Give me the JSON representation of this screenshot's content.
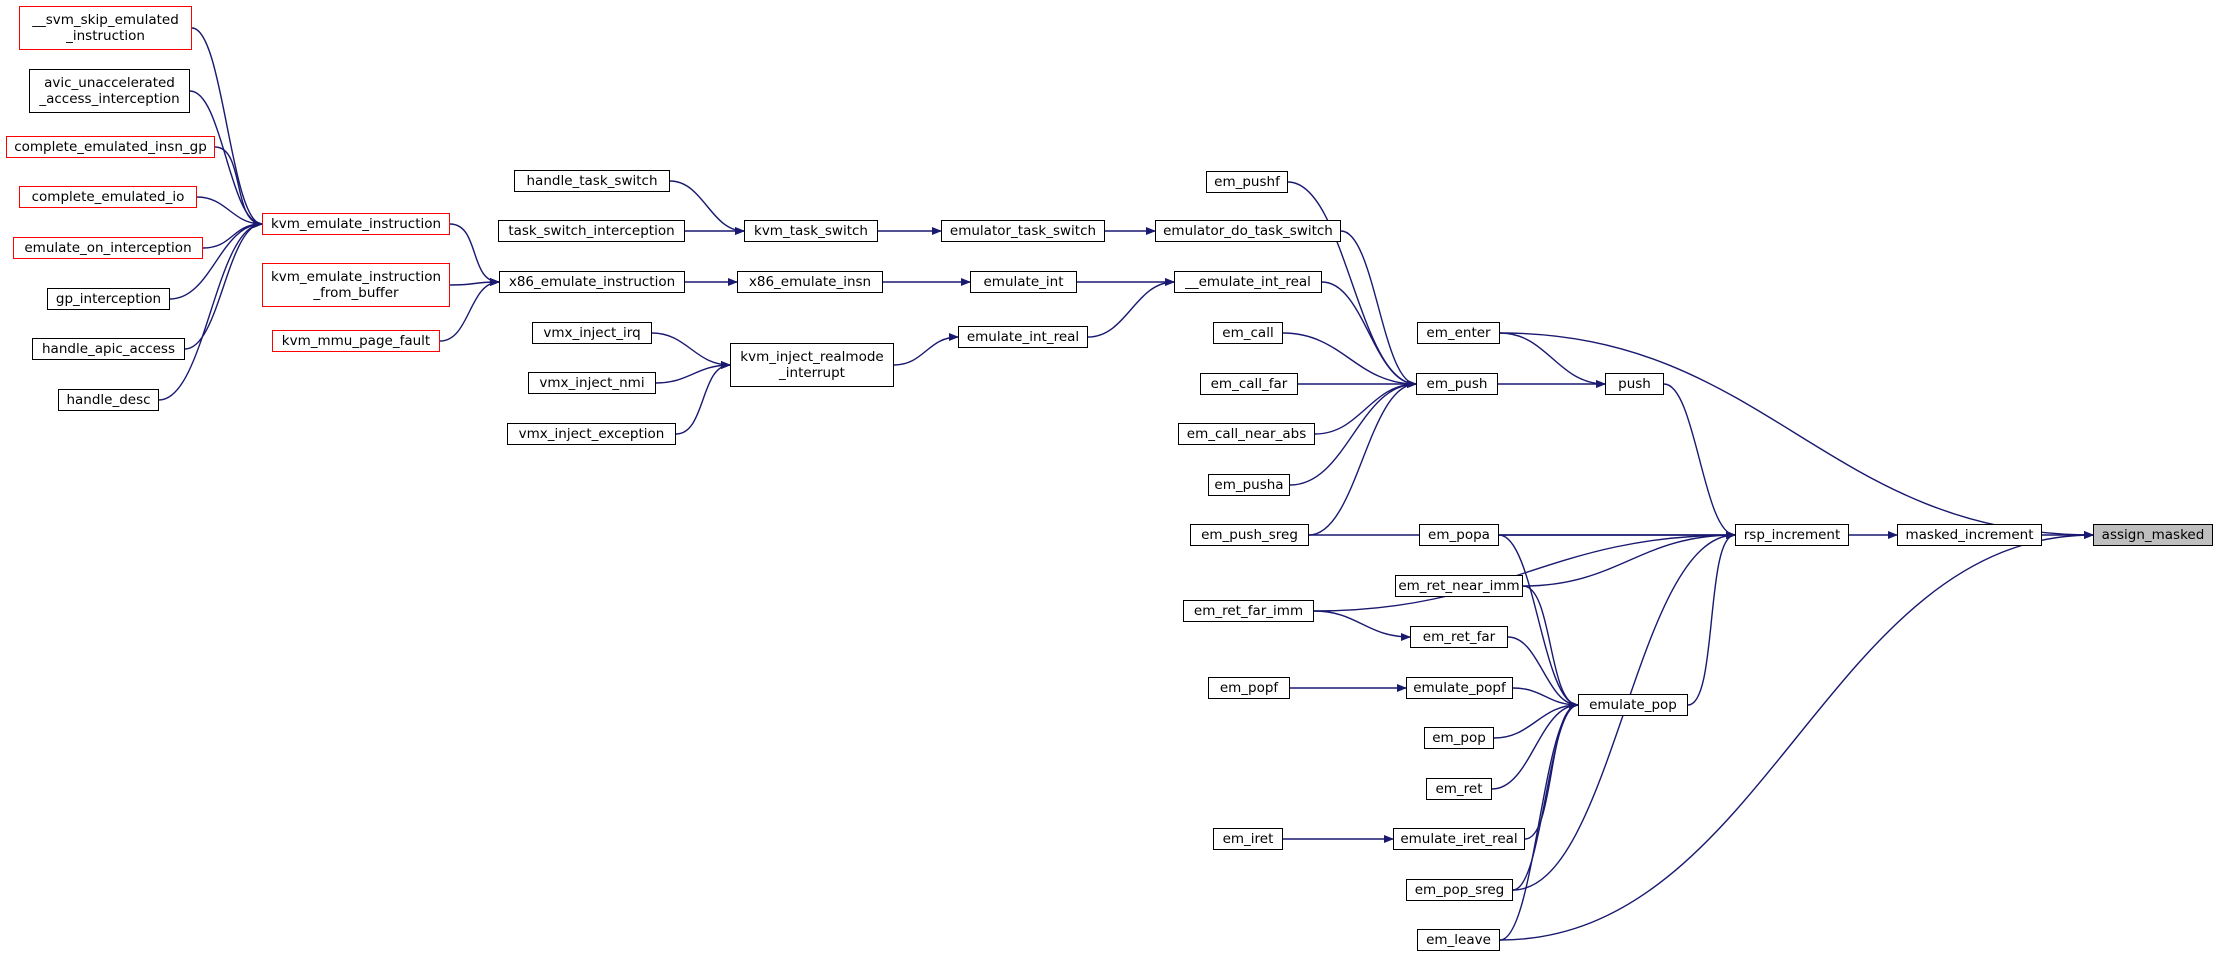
{
  "colors": {
    "edge": "#191970",
    "node_border": "#000000",
    "truncated_border": "#ff0000",
    "current_fill": "#bfbfbf"
  },
  "nodes": {
    "svm_skip_emulated_instruction": {
      "label": "__svm_skip_emulated\n_instruction",
      "truncated": true
    },
    "avic_unaccelerated_access_interception": {
      "label": "avic_unaccelerated\n_access_interception",
      "truncated": false
    },
    "complete_emulated_insn_gp": {
      "label": "complete_emulated_insn_gp",
      "truncated": true
    },
    "complete_emulated_io": {
      "label": "complete_emulated_io",
      "truncated": true
    },
    "emulate_on_interception": {
      "label": "emulate_on_interception",
      "truncated": true
    },
    "gp_interception": {
      "label": "gp_interception",
      "truncated": false
    },
    "handle_apic_access": {
      "label": "handle_apic_access",
      "truncated": false
    },
    "handle_desc": {
      "label": "handle_desc",
      "truncated": false
    },
    "kvm_emulate_instruction": {
      "label": "kvm_emulate_instruction",
      "truncated": true
    },
    "kvm_emulate_instruction_from_buffer": {
      "label": "kvm_emulate_instruction\n_from_buffer",
      "truncated": true
    },
    "kvm_mmu_page_fault": {
      "label": "kvm_mmu_page_fault",
      "truncated": true
    },
    "handle_task_switch": {
      "label": "handle_task_switch",
      "truncated": false
    },
    "task_switch_interception": {
      "label": "task_switch_interception",
      "truncated": false
    },
    "x86_emulate_instruction": {
      "label": "x86_emulate_instruction",
      "truncated": false
    },
    "vmx_inject_irq": {
      "label": "vmx_inject_irq",
      "truncated": false
    },
    "vmx_inject_nmi": {
      "label": "vmx_inject_nmi",
      "truncated": false
    },
    "vmx_inject_exception": {
      "label": "vmx_inject_exception",
      "truncated": false
    },
    "kvm_task_switch": {
      "label": "kvm_task_switch",
      "truncated": false
    },
    "x86_emulate_insn": {
      "label": "x86_emulate_insn",
      "truncated": false
    },
    "kvm_inject_realmode_interrupt": {
      "label": "kvm_inject_realmode\n_interrupt",
      "truncated": false
    },
    "emulator_task_switch": {
      "label": "emulator_task_switch",
      "truncated": false
    },
    "emulate_int": {
      "label": "emulate_int",
      "truncated": false
    },
    "emulate_int_real": {
      "label": "emulate_int_real",
      "truncated": false
    },
    "em_pushf": {
      "label": "em_pushf",
      "truncated": false
    },
    "emulator_do_task_switch": {
      "label": "emulator_do_task_switch",
      "truncated": false
    },
    "__emulate_int_real": {
      "label": "__emulate_int_real",
      "truncated": false
    },
    "em_call": {
      "label": "em_call",
      "truncated": false
    },
    "em_call_far": {
      "label": "em_call_far",
      "truncated": false
    },
    "em_call_near_abs": {
      "label": "em_call_near_abs",
      "truncated": false
    },
    "em_pusha": {
      "label": "em_pusha",
      "truncated": false
    },
    "em_push_sreg": {
      "label": "em_push_sreg",
      "truncated": false
    },
    "em_ret_far_imm": {
      "label": "em_ret_far_imm",
      "truncated": false
    },
    "em_popf": {
      "label": "em_popf",
      "truncated": false
    },
    "em_iret": {
      "label": "em_iret",
      "truncated": false
    },
    "em_enter": {
      "label": "em_enter",
      "truncated": false
    },
    "em_push": {
      "label": "em_push",
      "truncated": false
    },
    "em_popa": {
      "label": "em_popa",
      "truncated": false
    },
    "em_ret_near_imm": {
      "label": "em_ret_near_imm",
      "truncated": false
    },
    "em_ret_far": {
      "label": "em_ret_far",
      "truncated": false
    },
    "emulate_popf": {
      "label": "emulate_popf",
      "truncated": false
    },
    "em_pop": {
      "label": "em_pop",
      "truncated": false
    },
    "em_ret": {
      "label": "em_ret",
      "truncated": false
    },
    "emulate_iret_real": {
      "label": "emulate_iret_real",
      "truncated": false
    },
    "em_pop_sreg": {
      "label": "em_pop_sreg",
      "truncated": false
    },
    "em_leave": {
      "label": "em_leave",
      "truncated": false
    },
    "push": {
      "label": "push",
      "truncated": false
    },
    "emulate_pop": {
      "label": "emulate_pop",
      "truncated": false
    },
    "rsp_increment": {
      "label": "rsp_increment",
      "truncated": false
    },
    "masked_increment": {
      "label": "masked_increment",
      "truncated": false
    },
    "assign_masked": {
      "label": "assign_masked",
      "truncated": false,
      "current": true
    }
  },
  "edges": [
    [
      "svm_skip_emulated_instruction",
      "kvm_emulate_instruction"
    ],
    [
      "avic_unaccelerated_access_interception",
      "kvm_emulate_instruction"
    ],
    [
      "complete_emulated_insn_gp",
      "kvm_emulate_instruction"
    ],
    [
      "complete_emulated_io",
      "kvm_emulate_instruction"
    ],
    [
      "emulate_on_interception",
      "kvm_emulate_instruction"
    ],
    [
      "gp_interception",
      "kvm_emulate_instruction"
    ],
    [
      "handle_apic_access",
      "kvm_emulate_instruction"
    ],
    [
      "handle_desc",
      "kvm_emulate_instruction"
    ],
    [
      "kvm_emulate_instruction",
      "x86_emulate_instruction"
    ],
    [
      "kvm_emulate_instruction_from_buffer",
      "x86_emulate_instruction"
    ],
    [
      "kvm_mmu_page_fault",
      "x86_emulate_instruction"
    ],
    [
      "handle_task_switch",
      "kvm_task_switch"
    ],
    [
      "task_switch_interception",
      "kvm_task_switch"
    ],
    [
      "x86_emulate_instruction",
      "x86_emulate_insn"
    ],
    [
      "vmx_inject_irq",
      "kvm_inject_realmode_interrupt"
    ],
    [
      "vmx_inject_nmi",
      "kvm_inject_realmode_interrupt"
    ],
    [
      "vmx_inject_exception",
      "kvm_inject_realmode_interrupt"
    ],
    [
      "kvm_task_switch",
      "emulator_task_switch"
    ],
    [
      "x86_emulate_insn",
      "emulate_int"
    ],
    [
      "kvm_inject_realmode_interrupt",
      "emulate_int_real"
    ],
    [
      "emulator_task_switch",
      "emulator_do_task_switch"
    ],
    [
      "emulate_int",
      "__emulate_int_real"
    ],
    [
      "emulate_int_real",
      "__emulate_int_real"
    ],
    [
      "em_pushf",
      "em_push"
    ],
    [
      "emulator_do_task_switch",
      "em_push"
    ],
    [
      "__emulate_int_real",
      "em_push"
    ],
    [
      "em_call",
      "em_push"
    ],
    [
      "em_call_far",
      "em_push"
    ],
    [
      "em_call_near_abs",
      "em_push"
    ],
    [
      "em_pusha",
      "em_push"
    ],
    [
      "em_push_sreg",
      "em_push"
    ],
    [
      "em_enter",
      "push"
    ],
    [
      "em_push",
      "push"
    ],
    [
      "em_push_sreg",
      "rsp_increment"
    ],
    [
      "em_ret_far_imm",
      "rsp_increment"
    ],
    [
      "em_popa",
      "rsp_increment"
    ],
    [
      "em_ret_near_imm",
      "rsp_increment"
    ],
    [
      "em_pop_sreg",
      "rsp_increment"
    ],
    [
      "push",
      "rsp_increment"
    ],
    [
      "emulate_pop",
      "rsp_increment"
    ],
    [
      "em_ret_far_imm",
      "em_ret_far"
    ],
    [
      "em_popf",
      "emulate_popf"
    ],
    [
      "em_iret",
      "emulate_iret_real"
    ],
    [
      "em_popa",
      "emulate_pop"
    ],
    [
      "em_ret_near_imm",
      "emulate_pop"
    ],
    [
      "em_ret_far",
      "emulate_pop"
    ],
    [
      "emulate_popf",
      "emulate_pop"
    ],
    [
      "em_pop",
      "emulate_pop"
    ],
    [
      "em_ret",
      "emulate_pop"
    ],
    [
      "emulate_iret_real",
      "emulate_pop"
    ],
    [
      "em_pop_sreg",
      "emulate_pop"
    ],
    [
      "em_leave",
      "emulate_pop"
    ],
    [
      "em_enter",
      "assign_masked"
    ],
    [
      "em_leave",
      "assign_masked"
    ],
    [
      "rsp_increment",
      "masked_increment"
    ],
    [
      "masked_increment",
      "assign_masked"
    ]
  ]
}
